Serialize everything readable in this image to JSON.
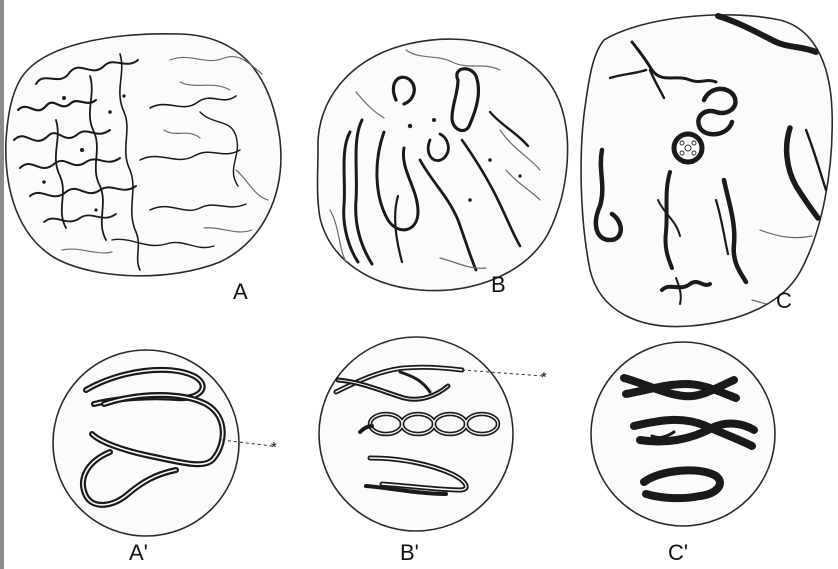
{
  "figure": {
    "panels": [
      {
        "id": "A",
        "label": "A"
      },
      {
        "id": "B",
        "label": "B"
      },
      {
        "id": "C",
        "label": "C"
      },
      {
        "id": "A1",
        "label": "A'"
      },
      {
        "id": "B1",
        "label": "B'"
      },
      {
        "id": "C1",
        "label": "C'"
      }
    ],
    "markers": [
      {
        "panel": "A1",
        "symbol": "*"
      },
      {
        "panel": "B1",
        "symbol": "*"
      }
    ]
  }
}
